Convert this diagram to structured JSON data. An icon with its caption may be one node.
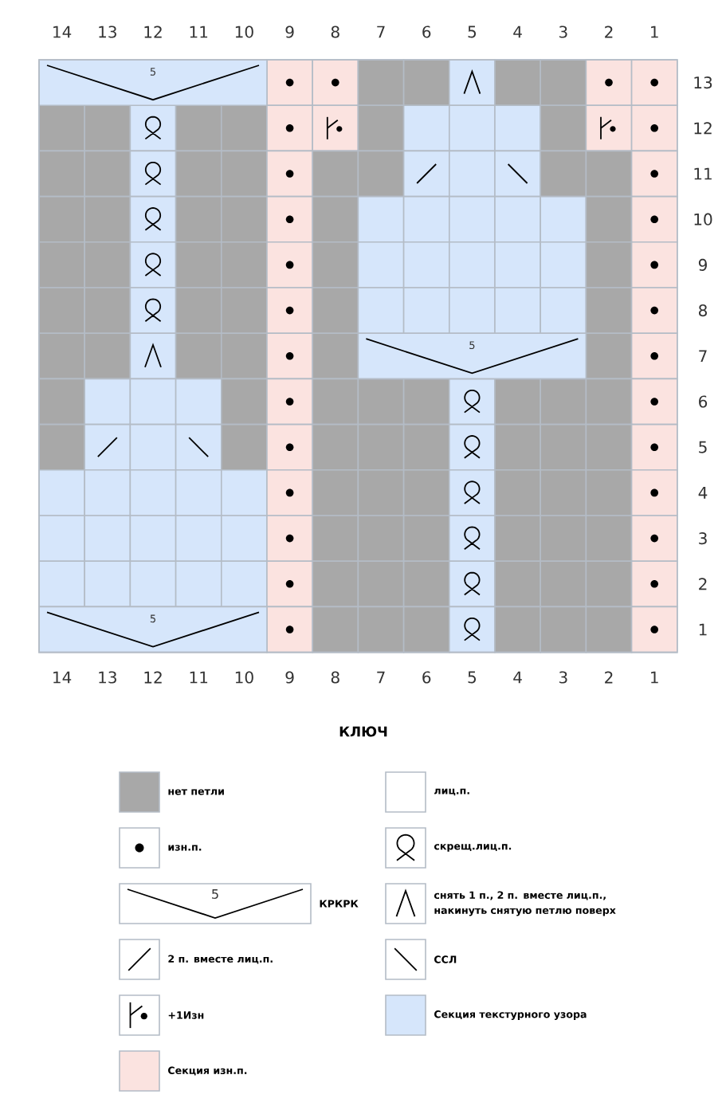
{
  "diagram": {
    "title": "КЛЮЧ",
    "labels": [
      "14",
      "13",
      "12",
      "11",
      "10",
      "9",
      "8",
      "7",
      "6",
      "5",
      "4",
      "3",
      "2",
      "1",
      "5",
      "13",
      "12",
      "11",
      "10",
      "9",
      "8",
      "5",
      "7",
      "6",
      "5",
      "4",
      "3",
      "2",
      "5",
      "1",
      "14",
      "13",
      "12",
      "11",
      "10",
      "9",
      "8",
      "7",
      "6",
      "5",
      "4",
      "3",
      "2",
      "1",
      "5"
    ],
    "legend": [
      {
        "text": "нет петли",
        "color": "#a8a8a8"
      },
      {
        "text": "лиц.п."
      },
      {
        "text": "изн.п."
      },
      {
        "text": "скрещ.лиц.п."
      },
      {
        "text": "КРКРК"
      },
      {
        "text": "снять 1 п., 2 п. вместе лиц.п., накинуть снятую петлю поверх"
      },
      {
        "text": "2 п. вместе лиц.п."
      },
      {
        "text": "ССЛ"
      },
      {
        "text": "+1Изн"
      },
      {
        "text": "Секция текстурного узора",
        "color": "#d6e6fb"
      },
      {
        "text": "Секция изн.п.",
        "color": "#fbe3e0"
      }
    ]
  }
}
